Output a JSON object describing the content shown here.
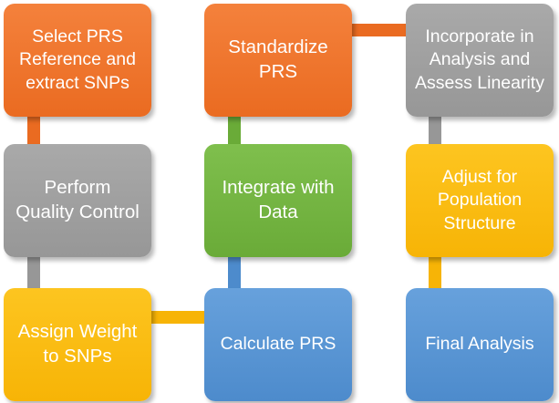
{
  "steps": {
    "select_prs": "Select PRS\nReference and\nextract SNPs",
    "quality_control": "Perform\nQuality Control",
    "assign_weight": "Assign Weight\nto SNPs",
    "standardize": "Standardize\nPRS",
    "integrate": "Integrate with\nData",
    "calculate": "Calculate PRS",
    "incorporate": "Incorporate in\nAnalysis and\nAssess Linearity",
    "adjust": "Adjust for\nPopulation\nStructure",
    "final": "Final Analysis"
  },
  "colors": {
    "orange": "#ea6b21",
    "gray": "#979797",
    "yellow": "#f7b406",
    "blue": "#4d8bcc",
    "green": "#6aab38"
  }
}
